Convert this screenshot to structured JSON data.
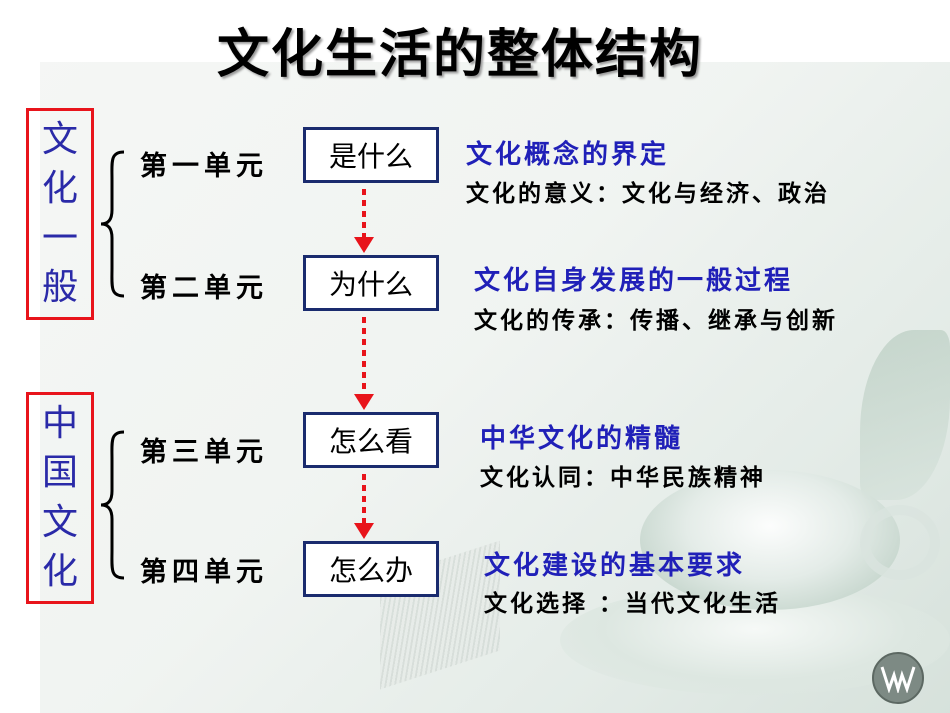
{
  "title": "文化生活的整体结构",
  "groups": [
    {
      "chars": [
        "文",
        "化",
        "一",
        "般"
      ]
    },
    {
      "chars": [
        "中",
        "国",
        "文",
        "化"
      ]
    }
  ],
  "units": [
    {
      "label": "第一单元",
      "question": "是什么",
      "desc_title": "文化概念的界定",
      "desc_sub": "文化的意义：文化与经济、政治"
    },
    {
      "label": "第二单元",
      "question": "为什么",
      "desc_title": "文化自身发展的一般过程",
      "desc_sub": "文化的传承：传播、继承与创新"
    },
    {
      "label": "第三单元",
      "question": "怎么看",
      "desc_title": "中华文化的精髓",
      "desc_sub": "文化认同：中华民族精神"
    },
    {
      "label": "第四单元",
      "question": "怎么办",
      "desc_title": "文化建设的基本要求",
      "desc_sub": "文化选择 ：当代文化生活"
    }
  ],
  "colors": {
    "group_border": "#e8141b",
    "group_text": "#2a2aa8",
    "question_border": "#1a2b6e",
    "arrow": "#e8141b",
    "desc_title": "#2020b8"
  },
  "icons": {
    "logo": "circular-logo-icon"
  }
}
